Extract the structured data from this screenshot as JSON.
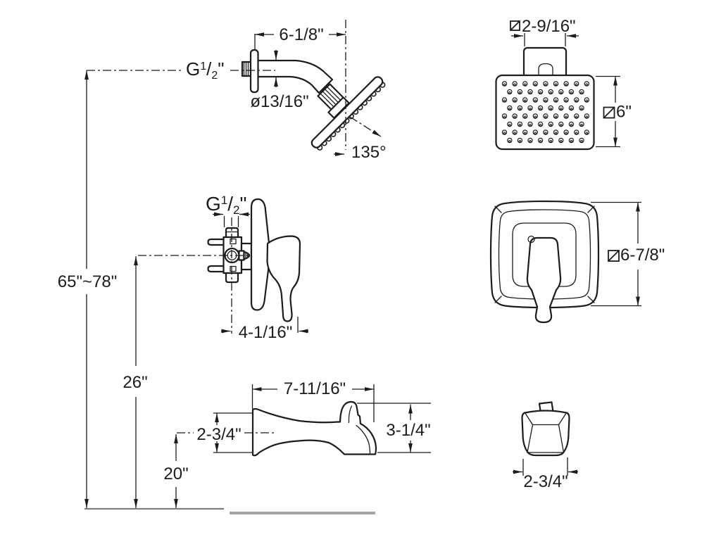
{
  "colors": {
    "line": "#1c1c1c",
    "floor_line": "#7e7e7e",
    "baseline": "#a5a5a5",
    "background": "#ffffff"
  },
  "views": {
    "shower_arm_side": {
      "arm_length": "6-1/8\"",
      "thread": {
        "prefix": "G",
        "numerator": "1",
        "slash": "/",
        "denominator": "2",
        "suffix": "\""
      },
      "arm_diameter": "ø13/16\"",
      "head_angle": "135°"
    },
    "showerhead_front": {
      "inlet_width": "2-9/16\"",
      "head_size": "6\""
    },
    "valve_side": {
      "thread": {
        "prefix": "G",
        "numerator": "1",
        "slash": "/",
        "denominator": "2",
        "suffix": "\""
      },
      "depth": "4-1/16\""
    },
    "trim_front": {
      "plate_size": "6-7/8\""
    },
    "spout_side": {
      "length": "7-11/16\"",
      "flange_height": "2-3/4\"",
      "spout_height": "3-1/4\""
    },
    "spout_front": {
      "width": "2-3/4\""
    },
    "installation": {
      "showerhead_height": "65\"~78\"",
      "valve_height": "26\"",
      "spout_height": "20\""
    }
  }
}
